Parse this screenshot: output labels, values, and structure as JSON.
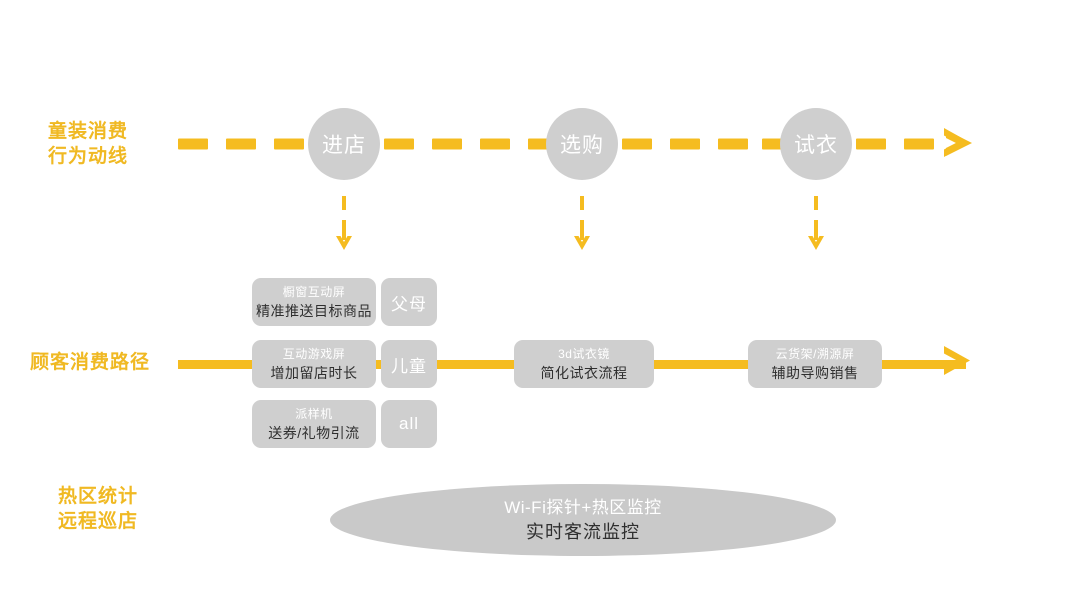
{
  "colors": {
    "accent_yellow": "#F5BC20",
    "label_yellow": "#F0B923",
    "node_gray": "#CFCFCF",
    "ellipse_gray": "#C9C9C9",
    "background": "#FFFFFF",
    "dark_text": "#2F2F2F"
  },
  "rows": {
    "journey": {
      "label": "童装消费\n行为动线"
    },
    "path": {
      "label": "顾客消费路径"
    },
    "heat": {
      "label": "热区统计\n远程巡店"
    }
  },
  "journey_stages": [
    {
      "label": "进店"
    },
    {
      "label": "选购"
    },
    {
      "label": "试衣"
    }
  ],
  "solutions": [
    {
      "title": "橱窗互动屏",
      "subtitle": "精准推送目标商品"
    },
    {
      "title": "互动游戏屏",
      "subtitle": "增加留店时长"
    },
    {
      "title": "派样机",
      "subtitle": "送券/礼物引流"
    },
    {
      "title": "3d试衣镜",
      "subtitle": "简化试衣流程"
    },
    {
      "title": "云货架/溯源屏",
      "subtitle": "辅助导购销售"
    }
  ],
  "audience_tags": [
    {
      "label": "父母"
    },
    {
      "label": "儿童"
    },
    {
      "label": "all"
    }
  ],
  "monitoring": {
    "title": "Wi-Fi探针+热区监控",
    "subtitle": "实时客流监控"
  },
  "icons": {
    "arrow_right": "arrow-right-icon",
    "arrow_down": "arrow-down-icon"
  }
}
